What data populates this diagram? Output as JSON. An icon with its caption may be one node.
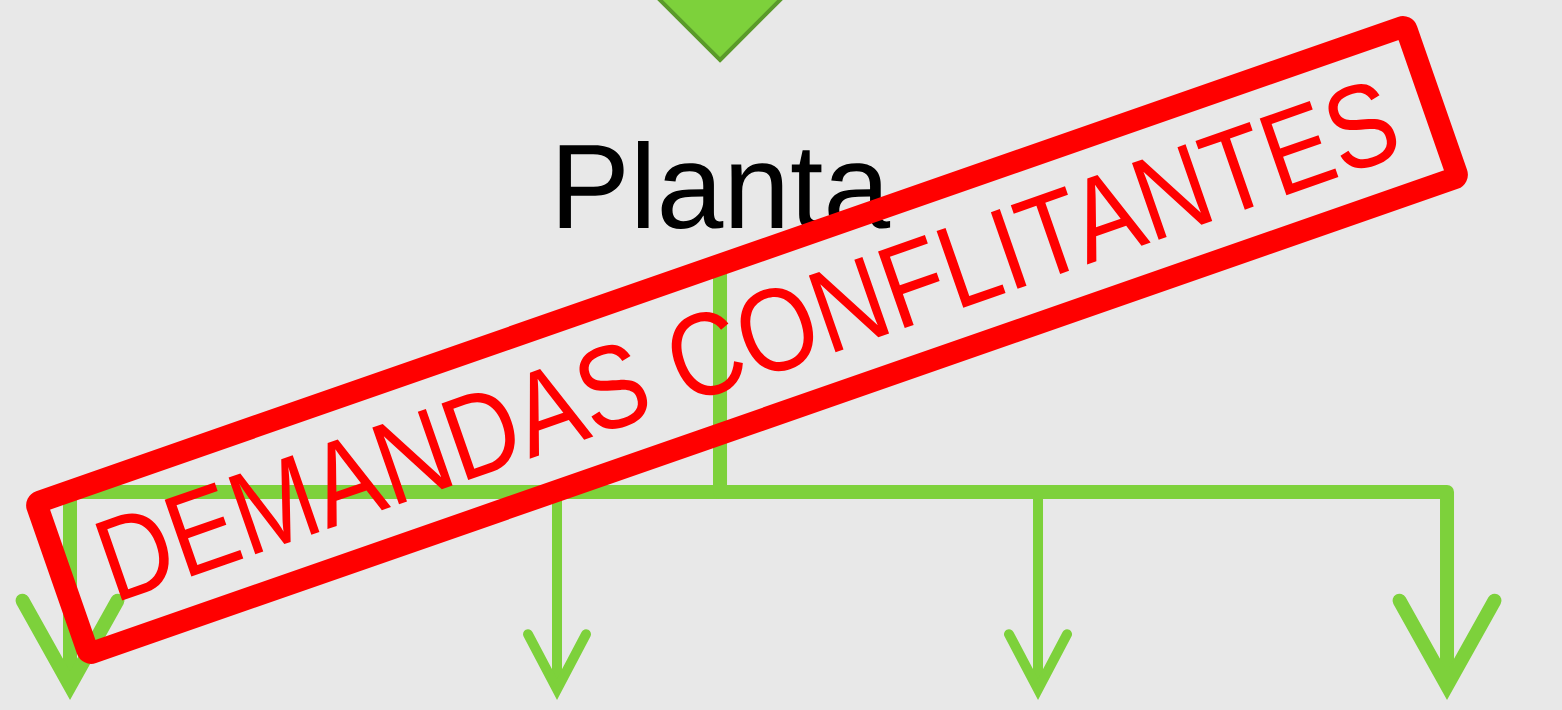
{
  "diagram": {
    "nodes": [
      {
        "text": [],
        "shape": "triangle"
      },
      {
        "text": [
          "Planta"
        ]
      }
    ],
    "edges": [
      {
        "from": 1,
        "to": null,
        "arrow": "to"
      },
      {
        "from": 1,
        "to": null,
        "arrow": "to"
      },
      {
        "from": 1,
        "to": null,
        "arrow": "to"
      },
      {
        "from": 1,
        "to": null,
        "arrow": "to"
      }
    ],
    "labels": [
      "DEMANDAS CONFLITANTES"
    ]
  }
}
